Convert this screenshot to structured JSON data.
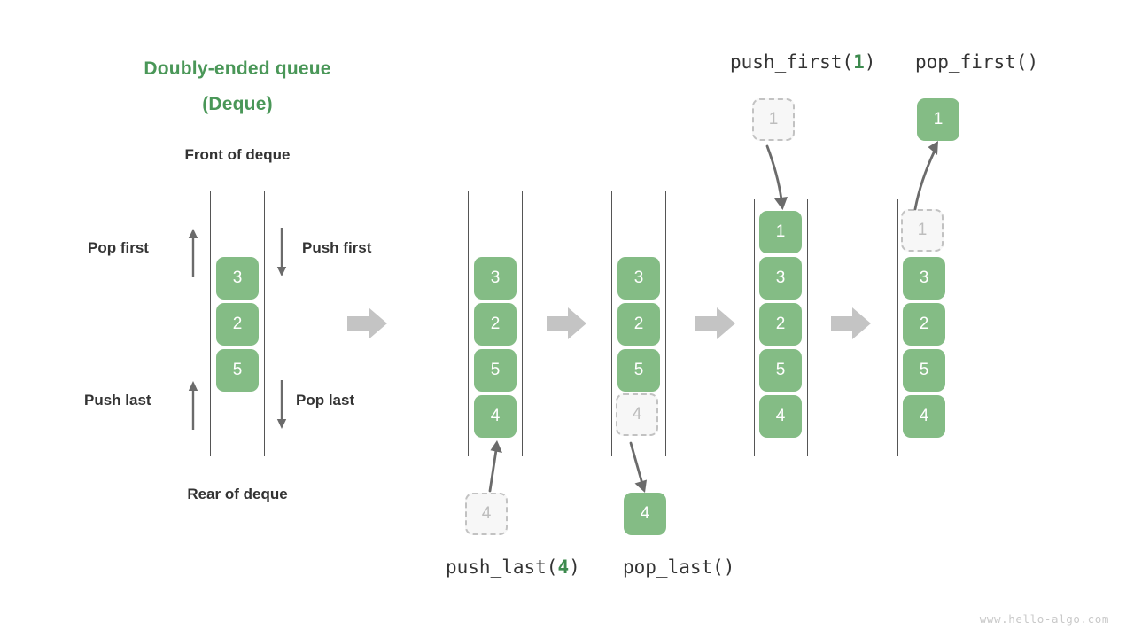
{
  "title": {
    "line1": "Doubly-ended queue",
    "line2": "(Deque)",
    "color": "#4a9758"
  },
  "labels": {
    "front": "Front of deque",
    "rear": "Rear of deque",
    "pop_first": "Pop first",
    "push_first": "Push first",
    "push_last": "Push last",
    "pop_last": "Pop last"
  },
  "colors": {
    "cell_fill": "#84bc85",
    "cell_text": "#ffffff",
    "ghost_fill": "#f7f7f7",
    "ghost_border": "#c2c2c2",
    "ghost_text": "#bdbdbd",
    "rail": "#555555",
    "step_arrow": "#c4c4c4",
    "motion_arrow": "#6b6b6b",
    "accent": "#3d8a4e"
  },
  "panels": [
    {
      "name": "initial-deque",
      "cells": [
        "3",
        "2",
        "5"
      ],
      "ghost_indices": []
    },
    {
      "name": "deque-after-push-last",
      "cells": [
        "3",
        "2",
        "5",
        "4"
      ],
      "ghost_indices": []
    },
    {
      "name": "deque-before-pop-last",
      "cells": [
        "3",
        "2",
        "5",
        "4"
      ],
      "ghost_indices": [
        3
      ]
    },
    {
      "name": "deque-after-push-first",
      "cells": [
        "1",
        "3",
        "2",
        "5",
        "4"
      ],
      "ghost_indices": []
    },
    {
      "name": "deque-before-pop-first",
      "cells": [
        "1",
        "3",
        "2",
        "5",
        "4"
      ],
      "ghost_indices": [
        0
      ]
    }
  ],
  "operations": [
    {
      "name": "push-last",
      "prefix": "push_last(",
      "arg": "4",
      "suffix": ")",
      "detached_cell": "4",
      "detached_state": "ghost"
    },
    {
      "name": "pop-last",
      "prefix": "pop_last(",
      "arg": "",
      "suffix": ")",
      "detached_cell": "4",
      "detached_state": "solid"
    },
    {
      "name": "push-first",
      "prefix": "push_first(",
      "arg": "1",
      "suffix": ")",
      "detached_cell": "1",
      "detached_state": "ghost"
    },
    {
      "name": "pop-first",
      "prefix": "pop_first(",
      "arg": "",
      "suffix": ")",
      "detached_cell": "1",
      "detached_state": "solid"
    }
  ],
  "watermark": "www.hello-algo.com"
}
